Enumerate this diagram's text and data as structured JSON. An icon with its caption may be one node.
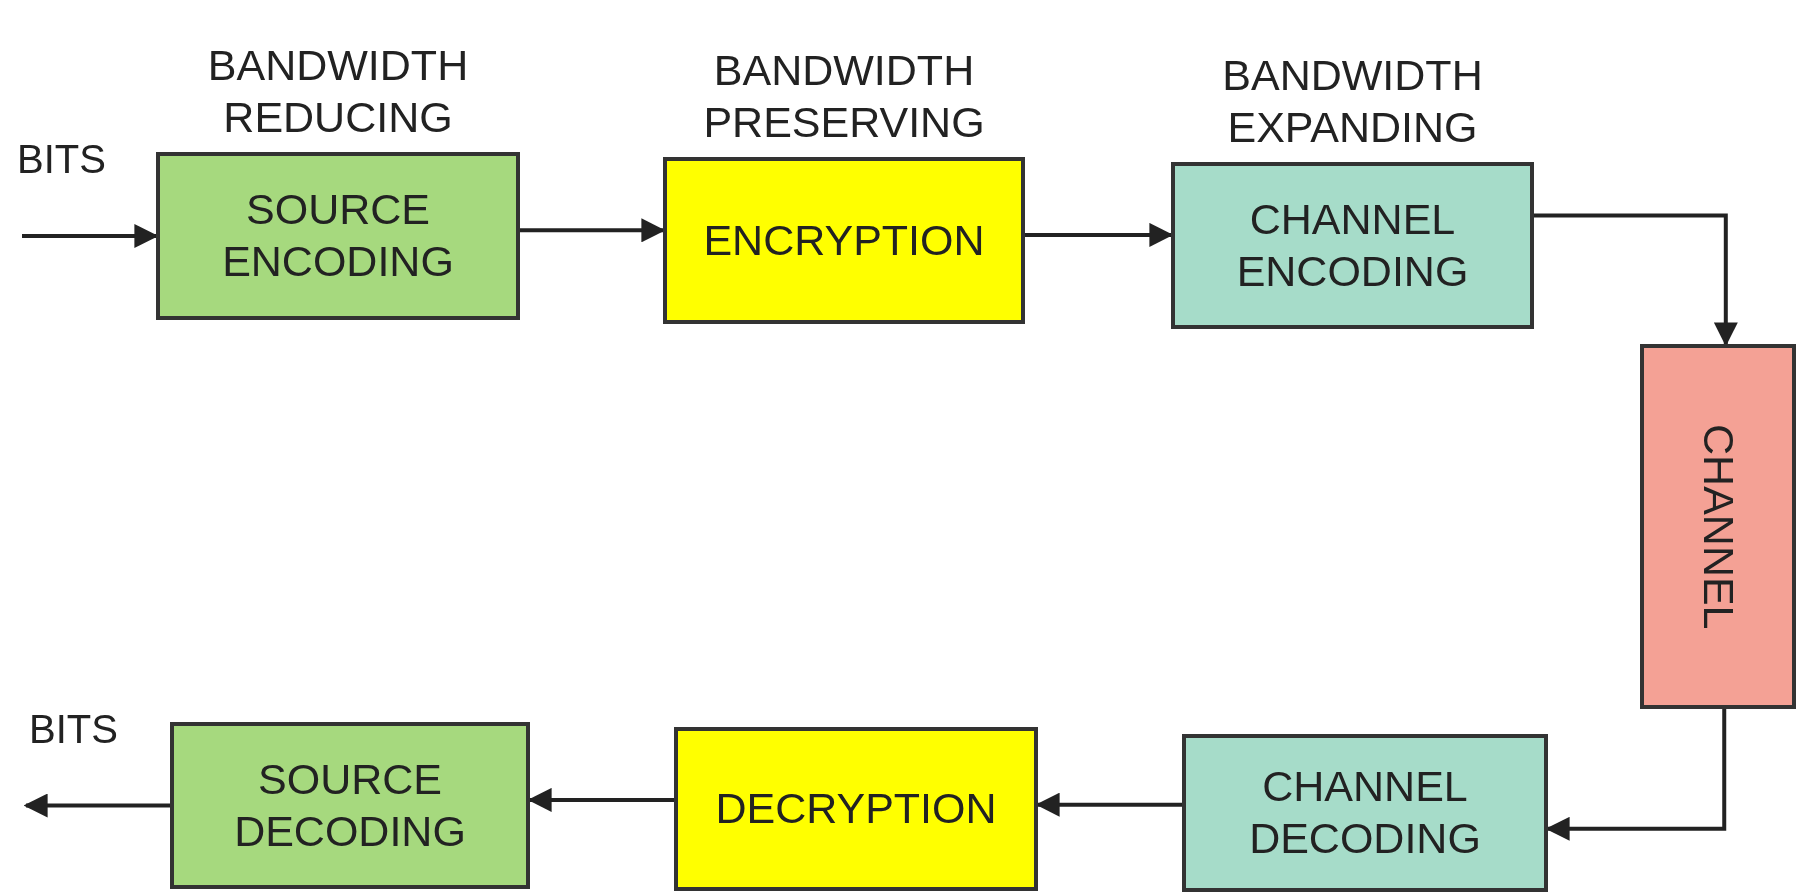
{
  "diagram": {
    "nodes": [
      {
        "text": [
          "SOURCE ENCODING"
        ],
        "beside": [
          "BANDWIDTH REDUCING"
        ]
      },
      {
        "text": [
          "ENCRYPTION"
        ],
        "beside": [
          "BANDWIDTH PRESERVING"
        ]
      },
      {
        "text": [
          "CHANNEL ENCODING"
        ],
        "beside": [
          "BANDWIDTH EXPANDING"
        ]
      },
      {
        "text": [
          "CHANNEL"
        ]
      },
      {
        "text": [
          "CHANNEL DECODING"
        ]
      },
      {
        "text": [
          "DECRYPTION"
        ]
      },
      {
        "text": [
          "SOURCE DECODING"
        ]
      }
    ],
    "edges": [
      {
        "from": null,
        "to": 0,
        "arrow": "to"
      },
      {
        "from": 0,
        "to": 1,
        "arrow": "to"
      },
      {
        "from": 1,
        "to": 2,
        "arrow": "to"
      },
      {
        "from": 2,
        "to": 3,
        "arrow": "to"
      },
      {
        "from": 3,
        "to": 4,
        "arrow": "to"
      },
      {
        "from": 4,
        "to": 5,
        "arrow": "to"
      },
      {
        "from": 5,
        "to": 6,
        "arrow": "to"
      },
      {
        "from": 6,
        "to": null,
        "arrow": "to"
      }
    ],
    "labels": [
      "BITS",
      "BITS"
    ]
  }
}
